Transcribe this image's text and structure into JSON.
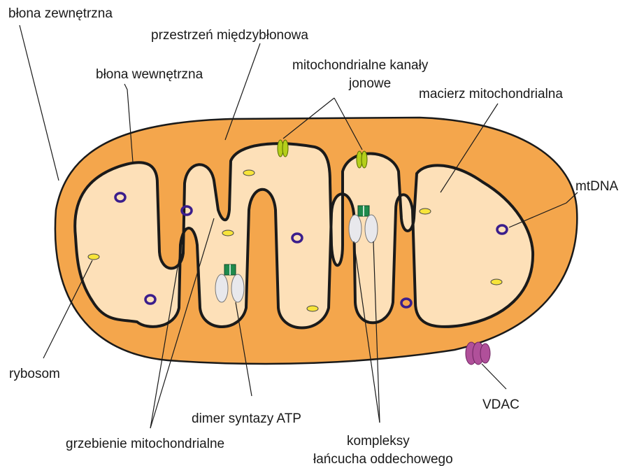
{
  "labels": {
    "outer_membrane": "błona zewnętrzna",
    "intermembrane_space": "przestrzeń międzybłonowa",
    "inner_membrane": "błona wewnętrzna",
    "ion_channels_line1": "mitochondrialne kanały",
    "ion_channels_line2": "jonowe",
    "matrix": "macierz mitochondrialna",
    "mtdna": "mtDNA",
    "ribosome": "rybosom",
    "vdac": "VDAC",
    "atp_synthase_dimer": "dimer syntazy ATP",
    "cristae": "grzebienie mitochondrialne",
    "complexes_line1": "kompleksy",
    "complexes_line2": "łańcucha oddechowego"
  },
  "colors": {
    "outer_body": "#f4a64c",
    "inner_matrix": "#fde0b8",
    "membrane_stroke": "#1a1a1a",
    "mtdna_ring": "#3b1e8c",
    "ribosome": "#f7e43a",
    "atp_synthase_head": "#1f8a4c",
    "respiratory_complex": "#e8e8ec",
    "ion_channel": "#b5cf1a",
    "vdac": "#b0509a"
  }
}
